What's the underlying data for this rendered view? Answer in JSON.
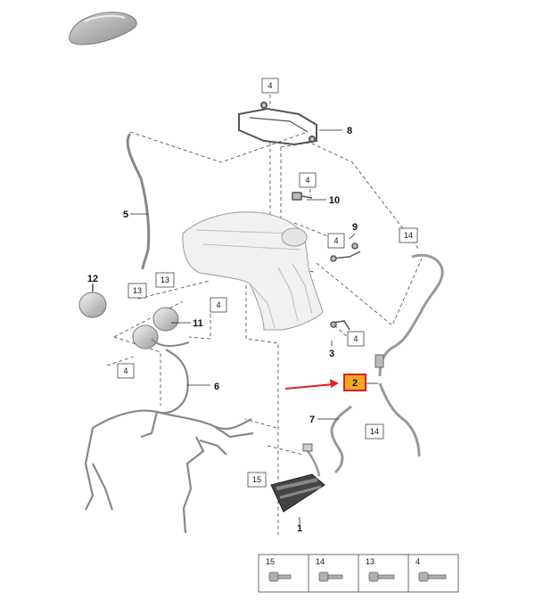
{
  "callouts": {
    "c1": "1",
    "c2": "2",
    "c3": "3",
    "c5": "5",
    "c6": "6",
    "c7": "7",
    "c8": "8",
    "c9": "9",
    "c10": "10",
    "c11": "11",
    "c12": "12"
  },
  "boxed_refs": {
    "b4_top": "4",
    "b4_mid": "4",
    "b4_9": "4",
    "b4_11": "4",
    "b4_3": "4",
    "b4_left": "4",
    "b13_a": "13",
    "b13_b": "13",
    "b14_top": "14",
    "b14_bot": "14",
    "b15": "15"
  },
  "highlight": {
    "part": "2",
    "color": "#f5a623",
    "border": "#e02020",
    "arrow_color": "#e02020"
  },
  "legend": [
    "15",
    "14",
    "13",
    "4"
  ],
  "icons": [
    "car-silhouette-icon",
    "intake-manifold-drawing",
    "screw-icon"
  ]
}
